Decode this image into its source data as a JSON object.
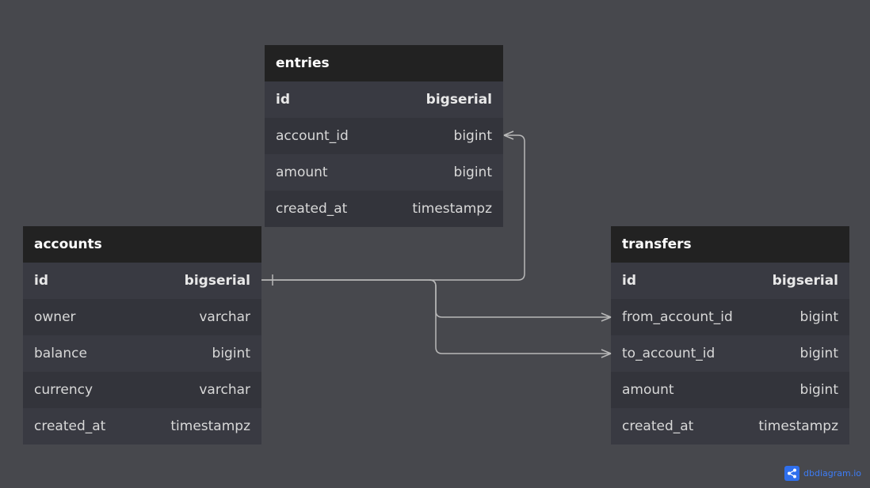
{
  "colors": {
    "background": "#47484d",
    "header_bg": "#222222",
    "row_bg": "#38383f",
    "connector": "#b8b8b8",
    "brand": "#2f6fed"
  },
  "tables": {
    "entries": {
      "name": "entries",
      "columns": [
        {
          "name": "id",
          "type": "bigserial",
          "pk": true
        },
        {
          "name": "account_id",
          "type": "bigint"
        },
        {
          "name": "amount",
          "type": "bigint"
        },
        {
          "name": "created_at",
          "type": "timestampz"
        }
      ]
    },
    "accounts": {
      "name": "accounts",
      "columns": [
        {
          "name": "id",
          "type": "bigserial",
          "pk": true
        },
        {
          "name": "owner",
          "type": "varchar"
        },
        {
          "name": "balance",
          "type": "bigint"
        },
        {
          "name": "currency",
          "type": "varchar"
        },
        {
          "name": "created_at",
          "type": "timestampz"
        }
      ]
    },
    "transfers": {
      "name": "transfers",
      "columns": [
        {
          "name": "id",
          "type": "bigserial",
          "pk": true
        },
        {
          "name": "from_account_id",
          "type": "bigint"
        },
        {
          "name": "to_account_id",
          "type": "bigint"
        },
        {
          "name": "amount",
          "type": "bigint"
        },
        {
          "name": "created_at",
          "type": "timestampz"
        }
      ]
    }
  },
  "relations": [
    {
      "from": "accounts.id",
      "to": "entries.account_id",
      "cardinality": "one-to-many"
    },
    {
      "from": "accounts.id",
      "to": "transfers.from_account_id",
      "cardinality": "one-to-many"
    },
    {
      "from": "accounts.id",
      "to": "transfers.to_account_id",
      "cardinality": "one-to-many"
    }
  ],
  "brand": {
    "label": "dbdiagram.io",
    "icon": "share-nodes-icon"
  }
}
